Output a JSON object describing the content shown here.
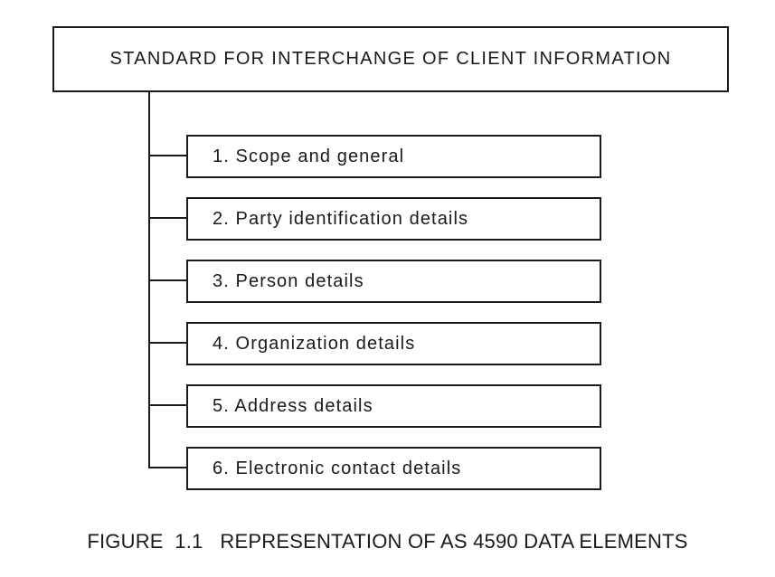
{
  "diagram": {
    "root_label": "STANDARD FOR INTERCHANGE OF CLIENT INFORMATION",
    "items": [
      {
        "label": "1. Scope and general"
      },
      {
        "label": "2. Party identification details"
      },
      {
        "label": "3. Person details"
      },
      {
        "label": "4. Organization details"
      },
      {
        "label": "5. Address details"
      },
      {
        "label": "6. Electronic contact details"
      }
    ]
  },
  "caption": "FIGURE  1.1   REPRESENTATION OF AS 4590 DATA ELEMENTS"
}
